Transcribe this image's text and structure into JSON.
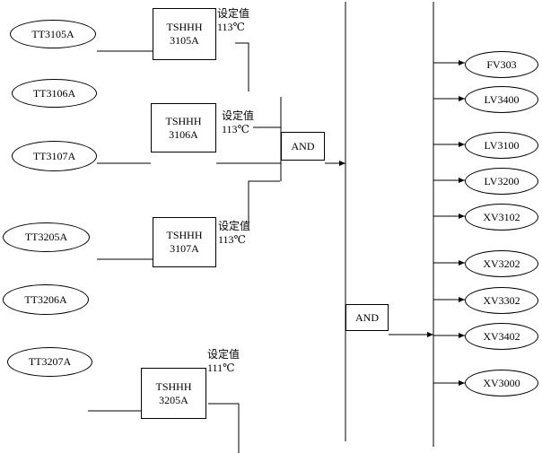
{
  "sensors": [
    "TT3105A",
    "TT3106A",
    "TT3107A",
    "TT3205A",
    "TT3206A",
    "TT3207A"
  ],
  "switches": [
    {
      "line1": "TSHHH",
      "line2": "3105A",
      "setpoint_label": "设定值",
      "setpoint_value": "113℃"
    },
    {
      "line1": "TSHHH",
      "line2": "3106A",
      "setpoint_label": "设定值",
      "setpoint_value": "113℃"
    },
    {
      "line1": "TSHHH",
      "line2": "3107A",
      "setpoint_label": "设定值",
      "setpoint_value": "113℃"
    },
    {
      "line1": "TSHHH",
      "line2": "3205A",
      "setpoint_label": "设定值",
      "setpoint_value": "111℃"
    }
  ],
  "gates": [
    "AND",
    "AND"
  ],
  "outputs": [
    "FV303",
    "LV3400",
    "LV3100",
    "LV3200",
    "XV3102",
    "XV3202",
    "XV3302",
    "XV3402",
    "XV3000"
  ]
}
